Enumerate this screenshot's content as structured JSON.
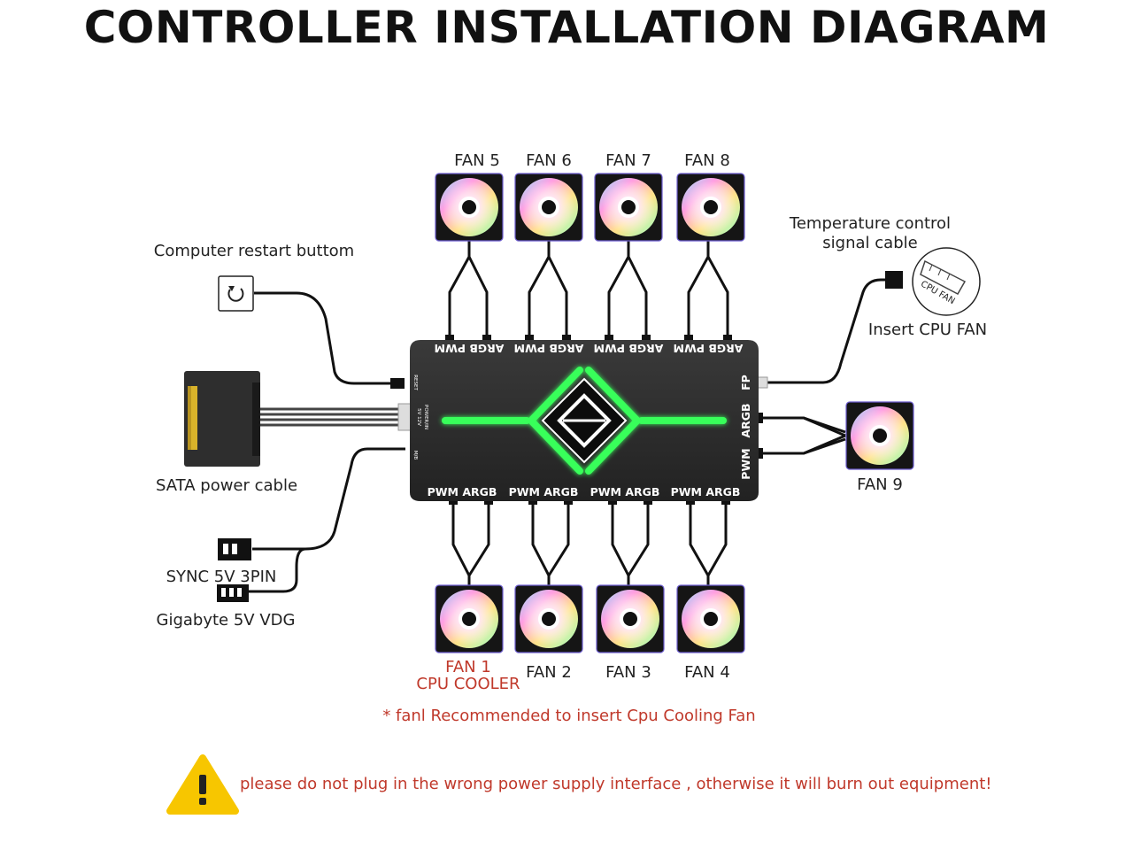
{
  "title": "CONTROLLER INSTALLATION DIAGRAM",
  "fans_top": [
    "FAN 5",
    "FAN 6",
    "FAN 7",
    "FAN 8"
  ],
  "fans_bottom": [
    "FAN 1",
    "FAN 2",
    "FAN 3",
    "FAN 4"
  ],
  "fan1_subtitle": "CPU COOLER",
  "fan9": "FAN 9",
  "hub_ports_top": "ARGB PWM",
  "hub_ports_bottom": "PWM  ARGB",
  "hub_right": {
    "fp": "FP",
    "argb": "ARGB",
    "pwm": "PWM"
  },
  "hub_left": {
    "reset": "RESET",
    "power": "POWER/IN",
    "volt": "5V 12V",
    "mb": "M/B"
  },
  "restart_label": "Computer restart buttom",
  "sata_label": "SATA  power cable",
  "sync_label": "SYNC 5V 3PIN",
  "gigabyte_label": "Gigabyte 5V VDG",
  "temp_label_line1": "Temperature control",
  "temp_label_line2": "signal cable",
  "cpu_fan_badge": "CPU FAN",
  "insert_cpu_fan": "Insert CPU FAN",
  "recommend_note": "* fanl Recommended to insert Cpu Cooling Fan",
  "warning": "please do not plug in the wrong power supply interface , otherwise it will burn out equipment!",
  "colors": {
    "accent_green": "#39ff5a",
    "note_red": "#c0392b",
    "warning_yellow": "#f7c600",
    "hub": "#2b2b2b"
  }
}
